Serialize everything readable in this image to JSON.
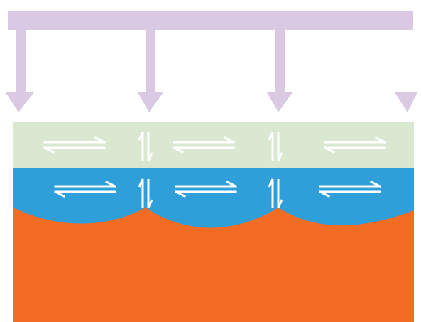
{
  "colors": {
    "background": "#ffffff",
    "manifold_arrows": "#d9c9e3",
    "top_layer": "#dae8d2",
    "middle_layer": "#2e9fd9",
    "bottom_layer": "#f26c23",
    "exchange_arrows": "#ffffff"
  },
  "diagram": {
    "manifold": {
      "outlets": 4,
      "icon": "downward-distribution-arrows"
    },
    "layers": [
      {
        "name": "top-layer",
        "cells": 3,
        "icon": "horizontal-exchange-arrows"
      },
      {
        "name": "middle-layer",
        "cells": 3,
        "icon": "horizontal-exchange-arrows",
        "boundary": "scalloped"
      },
      {
        "name": "bottom-layer",
        "cells": 0
      }
    ],
    "vertical_exchange_count": 4
  }
}
